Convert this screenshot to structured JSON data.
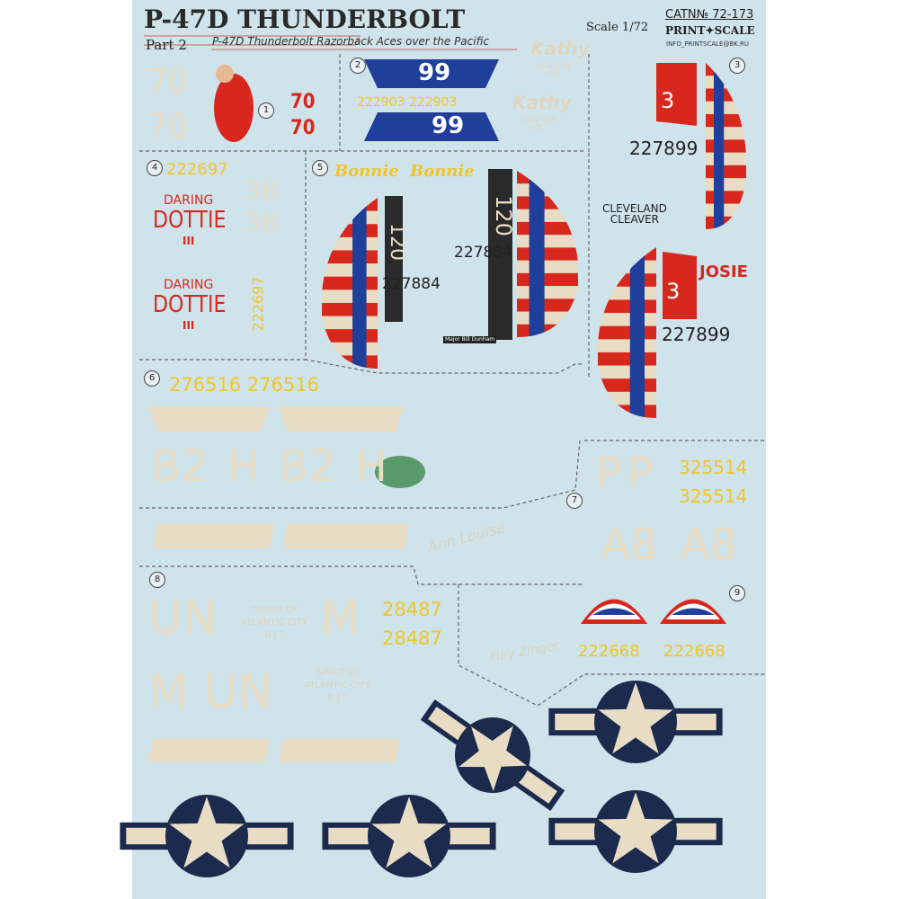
{
  "header": {
    "title": "P-47D THUNDERBOLT",
    "part": "Part 2",
    "subtitle": "P-47D Thunderbolt Razorback Aces over the Pacific",
    "scale": "Scale 1/72",
    "catalog": "CATN№ 72-173",
    "brand": "PRINT✦SCALE",
    "email": "INFO_PRINTSCALE@BK.RU"
  },
  "sections": [
    "1",
    "2",
    "3",
    "4",
    "5",
    "6",
    "7",
    "8",
    "9"
  ],
  "decals": {
    "s1": {
      "cream1": "70",
      "cream2": "70",
      "red1": "70",
      "red2": "70"
    },
    "s2": {
      "top": "99",
      "bottom": "99",
      "serials": "222903 222903",
      "name1": "Kathy",
      "motto1": "VENI VIDI VICI",
      "name2": "Kathy",
      "motto2": "VENI VIDI VICI"
    },
    "s3": {
      "rudder_num": "3",
      "serial": "227899",
      "name": "CLEVELAND\nCLEAVER",
      "name2": "JOSIE",
      "rudder_num2": "3",
      "serial2": "227899"
    },
    "s4": {
      "serial": "222697",
      "n1": "38",
      "n2": "38",
      "daring": "DARING",
      "dottie": "DOTTIE",
      "iii": "III",
      "serial_vert": "222697"
    },
    "s5": {
      "name1": "Bonnie",
      "name2": "Bonnie",
      "num1": "120",
      "num2": "120",
      "serial1": "227884",
      "serial2": "227884",
      "pilot": "Major Bill Dunham"
    },
    "s6": {
      "serials": "276516 276516",
      "codes": "B2 H B2 H"
    },
    "s7": {
      "codes": "PP",
      "serial1": "325514",
      "serial2": "325514",
      "codes2": "A8 A8",
      "name": "Ann Louise"
    },
    "s8": {
      "codes1": "UN",
      "code_m": "M",
      "codes2": "M UN",
      "serial1": "28487",
      "serial2": "28487",
      "spirit": "\"SPIRIT OF ATLANTIC CITY N.J.\""
    },
    "s9": {
      "serial1": "222668",
      "serial2": "222668",
      "name": "Hey Zinger"
    }
  },
  "colors": {
    "background": "#cfe3ea",
    "red": "#d8281e",
    "blue": "#1f3f9a",
    "cream": "#e8dcc4",
    "yellow": "#f1c52a",
    "navy": "#1c2a4e"
  }
}
